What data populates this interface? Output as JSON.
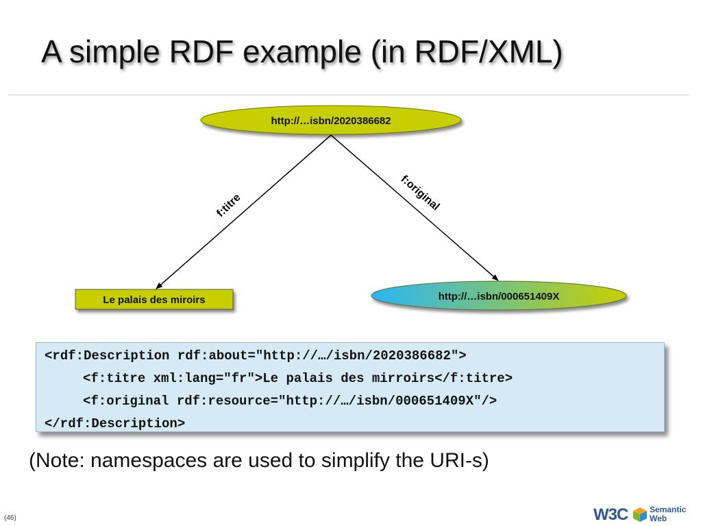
{
  "title": "A simple RDF example (in RDF/XML)",
  "diagram": {
    "nodes": {
      "subject": "http://…isbn/2020386682",
      "literal": "Le palais des miroirs",
      "object": "http://…isbn/000651409X"
    },
    "edges": {
      "left": "f:titre",
      "right": "f:original"
    },
    "colors": {
      "subject_fill": "#c8cf00",
      "literal_fill": "#c8cf00",
      "object_gradient_start": "#29b6f6",
      "object_gradient_end": "#c8cf00"
    }
  },
  "code": [
    "<rdf:Description rdf:about=\"http://…/isbn/2020386682\">",
    "<f:titre xml:lang=\"fr\">Le palais des mirroirs</f:titre>",
    "<f:original rdf:resource=\"http://…/isbn/000651409X\"/>",
    "</rdf:Description>"
  ],
  "note": "(Note: namespaces are used to simplify the URI-s)",
  "page_number": "(46)",
  "logo": {
    "w3c": "W3C",
    "line1": "Semantic",
    "line2": "Web"
  }
}
